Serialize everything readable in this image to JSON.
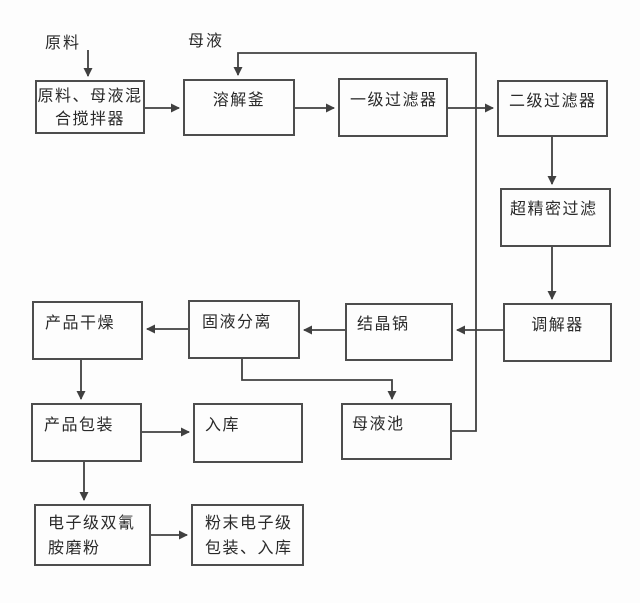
{
  "diagram": {
    "inputs": {
      "raw_material": "原料",
      "mother_liquor": "母液"
    },
    "nodes": {
      "mixer": "原料、母液混\n合搅拌器",
      "dissolver": "溶解釜",
      "filter1": "一级过滤器",
      "filter2": "二级过滤器",
      "ultra_filter": "超精密过滤",
      "regulator": "调解器",
      "crystallizer": "结晶锅",
      "separator": "固液分离",
      "dryer": "产品干燥",
      "packing": "产品包装",
      "warehouse": "入库",
      "mother_liquor_pool": "母液池",
      "grinder": "电子级双氰\n胺磨粉",
      "powder_pack": "粉末电子级\n包装、入库"
    },
    "colors": {
      "background": "#fdfdfd",
      "line": "#404040",
      "box_border": "#4d4d4d",
      "text": "#2a2a2a"
    }
  }
}
